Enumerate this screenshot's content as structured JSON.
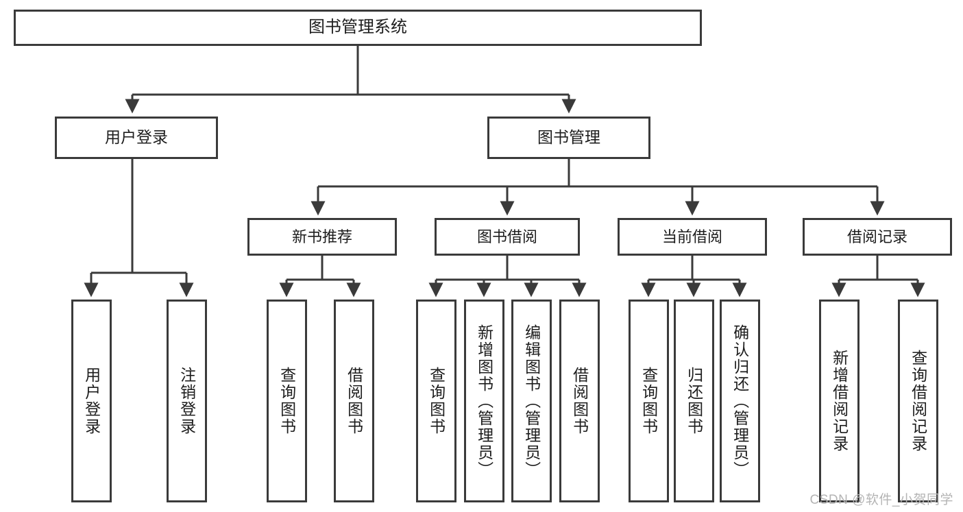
{
  "diagram": {
    "title": "图书管理系统",
    "watermark": "CSDN @软件_小贺同学",
    "colors": {
      "stroke": "#3a3a3a",
      "fill": "#ffffff",
      "text": "#1d1d1d",
      "watermark": "#b4b4b4"
    },
    "root": {
      "label": "图书管理系统"
    },
    "level2": [
      {
        "label": "用户登录"
      },
      {
        "label": "图书管理"
      }
    ],
    "level3": [
      {
        "label": "新书推荐"
      },
      {
        "label": "图书借阅"
      },
      {
        "label": "当前借阅"
      },
      {
        "label": "借阅记录"
      }
    ],
    "leaves": [
      {
        "label": "用户登录"
      },
      {
        "label": "注销登录"
      },
      {
        "label": "查询图书"
      },
      {
        "label": "借阅图书"
      },
      {
        "label": "查询图书"
      },
      {
        "label": "新增图书（管理员）"
      },
      {
        "label": "编辑图书（管理员）"
      },
      {
        "label": "借阅图书"
      },
      {
        "label": "查询图书"
      },
      {
        "label": "归还图书"
      },
      {
        "label": "确认归还（管理员）"
      },
      {
        "label": "新增借阅记录"
      },
      {
        "label": "查询借阅记录"
      }
    ]
  }
}
